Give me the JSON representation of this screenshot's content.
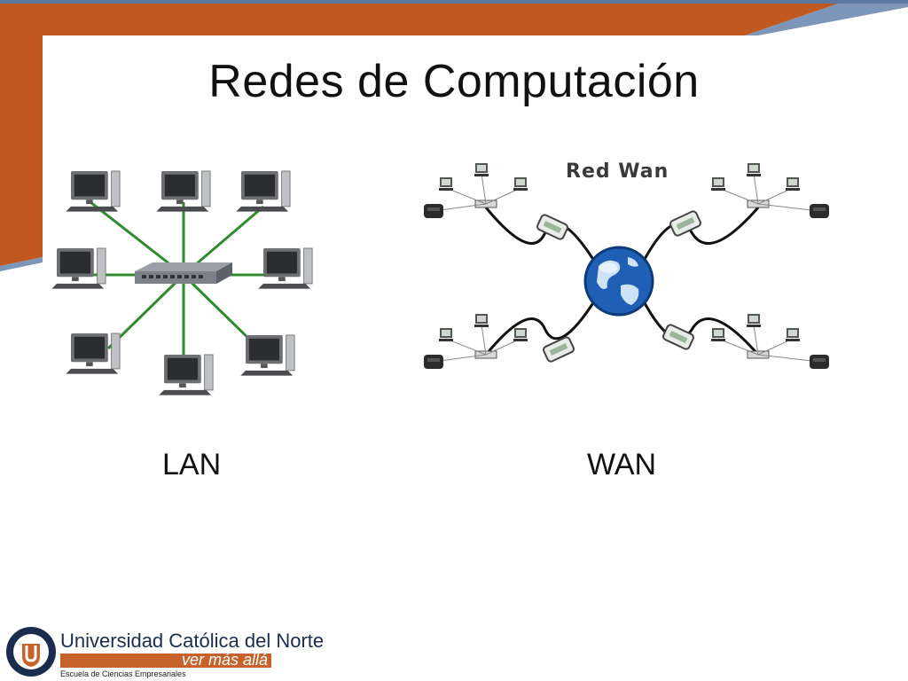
{
  "slide": {
    "title": "Redes de Computación",
    "lan_caption": "LAN",
    "wan_caption": "WAN",
    "wan_image_label": "Red Wan"
  },
  "colors": {
    "band_orange": "#c0581f",
    "band_blue": "#5a78a0",
    "lan_cable": "#2e8b2e",
    "logo_orange": "#c6622a",
    "logo_navy": "#1a2d4e"
  },
  "footer": {
    "university": "Universidad Católica del Norte",
    "motto": "ver más allá",
    "school": "Escuela de Ciencias Empresariales"
  }
}
